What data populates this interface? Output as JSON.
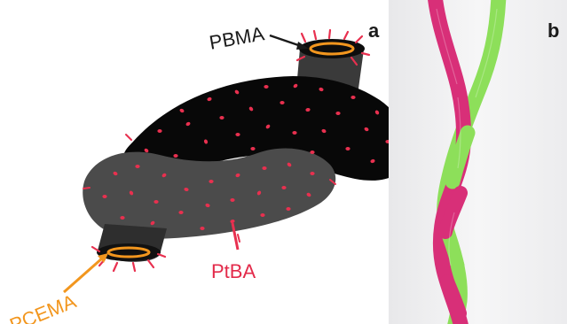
{
  "panel_a": {
    "letter": "a",
    "labels": {
      "pbma": "PBMA",
      "ptba": "PtBA",
      "pcema": "PCEMA"
    }
  },
  "panel_b": {
    "letter": "b"
  },
  "colors": {
    "background": "#ffffff",
    "cylinder_dark": "#0a0a0a",
    "cylinder_grey": "#4b4b4b",
    "ptba_dots": "#e8304f",
    "pbma_label": "#1a1a1a",
    "ptba_label": "#e32a4a",
    "pcema_label": "#f2961e",
    "strand_pink": "#d82f78",
    "strand_green": "#8ddf5a"
  }
}
